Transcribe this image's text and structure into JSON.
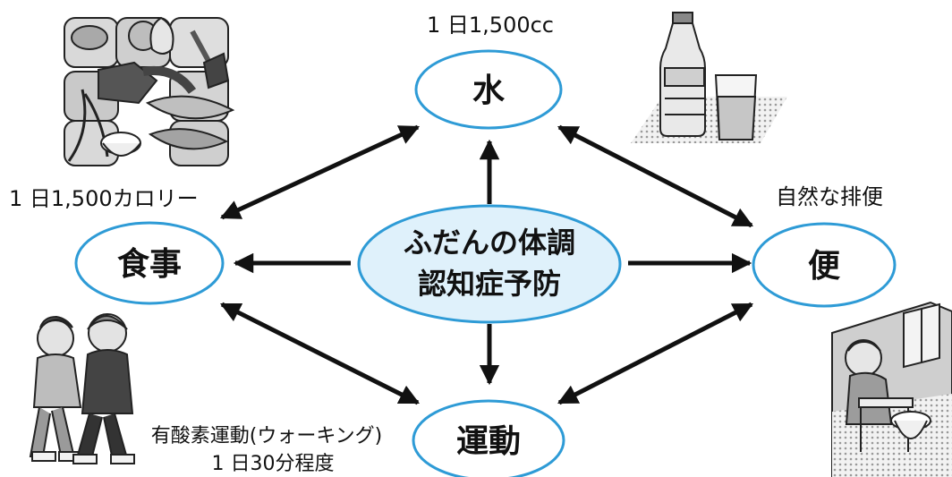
{
  "center": {
    "line1": "ふだんの体調",
    "line2": "認知症予防"
  },
  "nodes": {
    "water": {
      "label": "水",
      "note": "1 日1,500cc"
    },
    "meal": {
      "label": "食事",
      "note": "1 日1,500カロリー"
    },
    "stool": {
      "label": "便",
      "note": "自然な排便"
    },
    "exercise": {
      "label": "運動",
      "note_line1": "有酸素運動(ウォーキング)",
      "note_line2": "1 日30分程度"
    }
  },
  "colors": {
    "ellipse_stroke": "#2e9bd6",
    "center_fill": "#dff1fb",
    "arrow": "#111111"
  },
  "icons": {
    "meal": "food-illustration",
    "water": "water-bottle-and-glass-illustration",
    "exercise": "walking-couple-illustration",
    "stool": "toilet-illustration"
  }
}
